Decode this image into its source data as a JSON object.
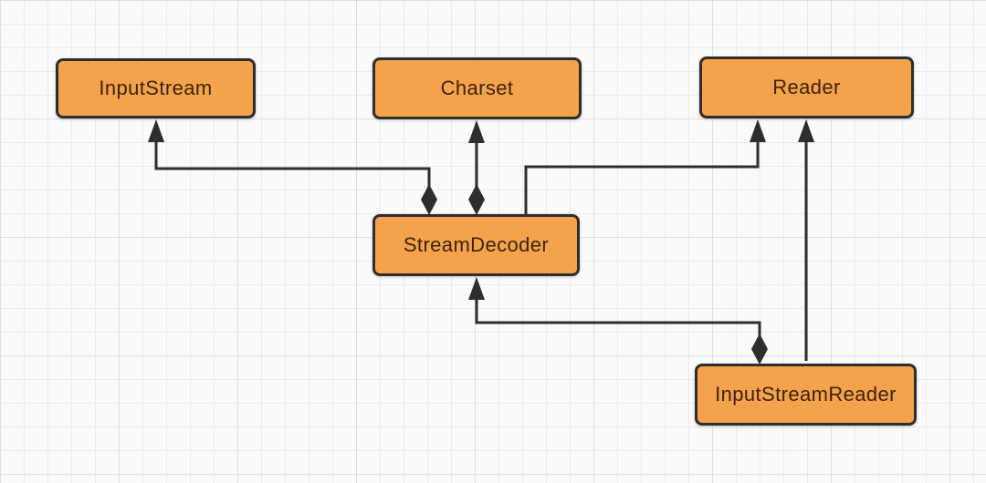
{
  "diagram": {
    "nodes": [
      {
        "id": "inputstream",
        "label": "InputStream"
      },
      {
        "id": "charset",
        "label": "Charset"
      },
      {
        "id": "reader",
        "label": "Reader"
      },
      {
        "id": "streamdecoder",
        "label": "StreamDecoder"
      },
      {
        "id": "inputstreamreader",
        "label": "InputStreamReader"
      }
    ],
    "edges": [
      {
        "source": "streamdecoder",
        "target": "inputstream",
        "type": "composition",
        "diamond_at": "streamdecoder",
        "arrow_at": "inputstream"
      },
      {
        "source": "streamdecoder",
        "target": "charset",
        "type": "composition",
        "diamond_at": "streamdecoder",
        "arrow_at": "charset"
      },
      {
        "source": "streamdecoder",
        "target": "reader",
        "type": "inheritance",
        "arrow_at": "reader"
      },
      {
        "source": "inputstreamreader",
        "target": "streamdecoder",
        "type": "composition",
        "diamond_at": "inputstreamreader",
        "arrow_at": "streamdecoder"
      },
      {
        "source": "inputstreamreader",
        "target": "reader",
        "type": "inheritance",
        "arrow_at": "reader"
      }
    ],
    "colors": {
      "node_fill": "#F5A24C",
      "node_border": "#2E2E2E",
      "edge": "#2E2E2E",
      "text": "#3D2409",
      "background": "#FAFAFA",
      "grid_minor": "#EBEBEB",
      "grid_major": "#DFDFDF"
    }
  }
}
